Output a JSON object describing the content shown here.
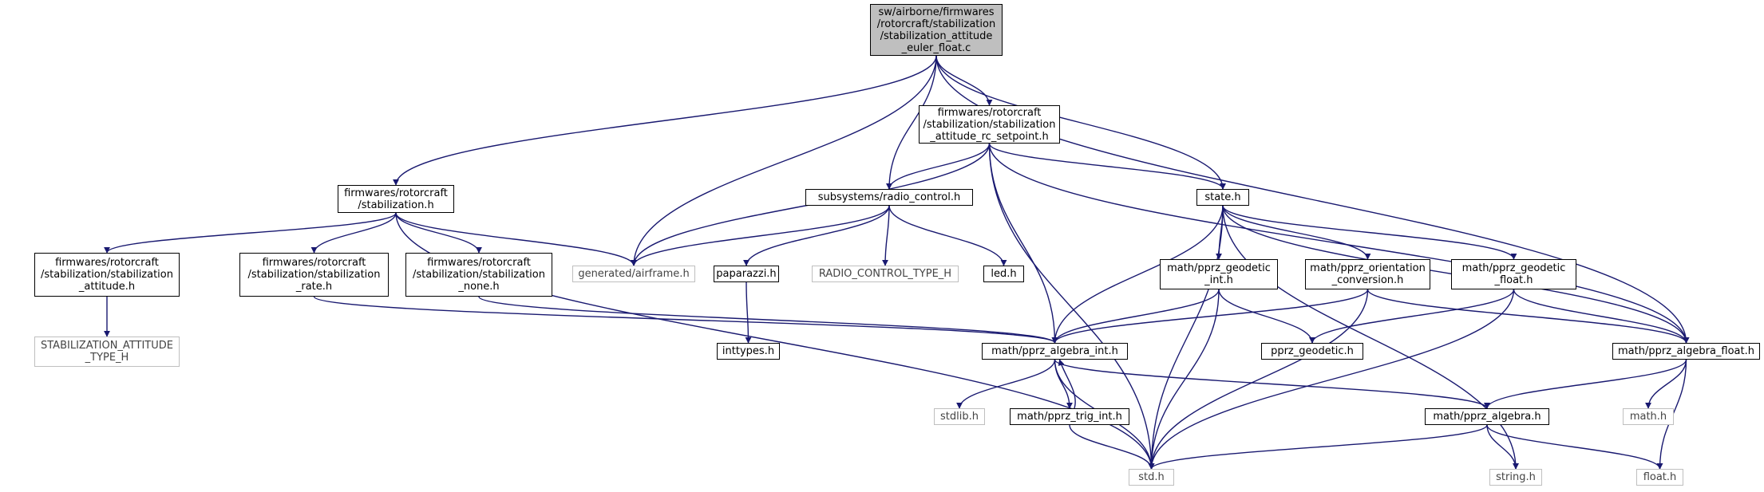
{
  "nodes": [
    {
      "id": "root",
      "label": "sw/airborne/firmwares\n/rotorcraft/stabilization\n/stabilization_attitude\n_euler_float.c"
    },
    {
      "id": "rc_setpoint",
      "label": "firmwares/rotorcraft\n/stabilization/stabilization\n_attitude_rc_setpoint.h"
    },
    {
      "id": "stabilization",
      "label": "firmwares/rotorcraft\n/stabilization.h"
    },
    {
      "id": "radio_control",
      "label": "subsystems/radio_control.h"
    },
    {
      "id": "state",
      "label": "state.h"
    },
    {
      "id": "stab_attitude",
      "label": "firmwares/rotorcraft\n/stabilization/stabilization\n_attitude.h"
    },
    {
      "id": "stab_rate",
      "label": "firmwares/rotorcraft\n/stabilization/stabilization\n_rate.h"
    },
    {
      "id": "stab_none",
      "label": "firmwares/rotorcraft\n/stabilization/stabilization\n_none.h"
    },
    {
      "id": "airframe",
      "label": "generated/airframe.h"
    },
    {
      "id": "paparazzi",
      "label": "paparazzi.h"
    },
    {
      "id": "rc_type",
      "label": "RADIO_CONTROL_TYPE_H"
    },
    {
      "id": "led",
      "label": "led.h"
    },
    {
      "id": "geodetic_int",
      "label": "math/pprz_geodetic\n_int.h"
    },
    {
      "id": "orientation",
      "label": "math/pprz_orientation\n_conversion.h"
    },
    {
      "id": "geodetic_float",
      "label": "math/pprz_geodetic\n_float.h"
    },
    {
      "id": "attitude_type",
      "label": "STABILIZATION_ATTITUDE\n_TYPE_H"
    },
    {
      "id": "inttypes",
      "label": "inttypes.h"
    },
    {
      "id": "algebra_int",
      "label": "math/pprz_algebra_int.h"
    },
    {
      "id": "pprz_geodetic",
      "label": "pprz_geodetic.h"
    },
    {
      "id": "algebra_float",
      "label": "math/pprz_algebra_float.h"
    },
    {
      "id": "stdlib",
      "label": "stdlib.h"
    },
    {
      "id": "trig_int",
      "label": "math/pprz_trig_int.h"
    },
    {
      "id": "algebra",
      "label": "math/pprz_algebra.h"
    },
    {
      "id": "math",
      "label": "math.h"
    },
    {
      "id": "std",
      "label": "std.h"
    },
    {
      "id": "string",
      "label": "string.h"
    },
    {
      "id": "float",
      "label": "float.h"
    }
  ],
  "edges": [
    [
      "root",
      "rc_setpoint"
    ],
    [
      "root",
      "stabilization"
    ],
    [
      "root",
      "radio_control"
    ],
    [
      "root",
      "state"
    ],
    [
      "root",
      "airframe"
    ],
    [
      "root",
      "algebra_float"
    ],
    [
      "rc_setpoint",
      "radio_control"
    ],
    [
      "rc_setpoint",
      "state"
    ],
    [
      "rc_setpoint",
      "airframe"
    ],
    [
      "rc_setpoint",
      "algebra_int"
    ],
    [
      "rc_setpoint",
      "algebra_float"
    ],
    [
      "rc_setpoint",
      "std"
    ],
    [
      "stabilization",
      "stab_attitude"
    ],
    [
      "stabilization",
      "stab_rate"
    ],
    [
      "stabilization",
      "stab_none"
    ],
    [
      "stabilization",
      "airframe"
    ],
    [
      "stabilization",
      "std"
    ],
    [
      "stab_attitude",
      "attitude_type"
    ],
    [
      "stab_rate",
      "algebra_int"
    ],
    [
      "stab_none",
      "algebra_int"
    ],
    [
      "radio_control",
      "airframe"
    ],
    [
      "radio_control",
      "paparazzi"
    ],
    [
      "radio_control",
      "rc_type"
    ],
    [
      "radio_control",
      "led"
    ],
    [
      "paparazzi",
      "inttypes"
    ],
    [
      "state",
      "geodetic_int"
    ],
    [
      "state",
      "orientation"
    ],
    [
      "state",
      "geodetic_float"
    ],
    [
      "state",
      "algebra_int"
    ],
    [
      "state",
      "algebra_float"
    ],
    [
      "state",
      "std"
    ],
    [
      "state",
      "string"
    ],
    [
      "geodetic_int",
      "algebra_int"
    ],
    [
      "geodetic_int",
      "pprz_geodetic"
    ],
    [
      "geodetic_int",
      "std"
    ],
    [
      "orientation",
      "algebra_int"
    ],
    [
      "orientation",
      "algebra_float"
    ],
    [
      "orientation",
      "std"
    ],
    [
      "geodetic_float",
      "algebra_float"
    ],
    [
      "geodetic_float",
      "pprz_geodetic"
    ],
    [
      "geodetic_float",
      "std"
    ],
    [
      "algebra_int",
      "stdlib"
    ],
    [
      "algebra_int",
      "trig_int"
    ],
    [
      "algebra_int",
      "algebra"
    ],
    [
      "algebra_int",
      "std"
    ],
    [
      "trig_int",
      "algebra_int"
    ],
    [
      "trig_int",
      "std"
    ],
    [
      "algebra_float",
      "algebra"
    ],
    [
      "algebra_float",
      "math"
    ],
    [
      "algebra_float",
      "float"
    ],
    [
      "algebra",
      "std"
    ],
    [
      "algebra",
      "string"
    ],
    [
      "algebra",
      "float"
    ]
  ]
}
